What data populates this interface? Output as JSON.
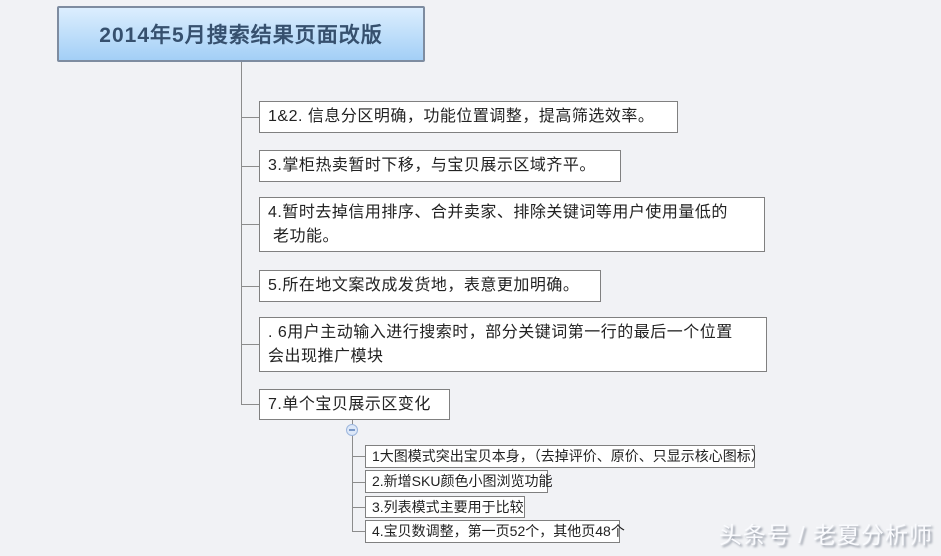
{
  "root": {
    "title": "2014年5月搜索结果页面改版"
  },
  "branches": [
    {
      "lines": [
        "1&2. 信息分区明确，功能位置调整，提高筛选效率。"
      ]
    },
    {
      "lines": [
        "3.掌柜热卖暂时下移，与宝贝展示区域齐平。"
      ]
    },
    {
      "lines": [
        "4.暂时去掉信用排序、合并卖家、排除关键词等用户使用量低的",
        " 老功能。"
      ]
    },
    {
      "lines": [
        "5.所在地文案改成发货地，表意更加明确。"
      ]
    },
    {
      "lines": [
        ". 6用户主动输入进行搜索时，部分关键词第一行的最后一个位置",
        "会出现推广模块"
      ]
    },
    {
      "lines": [
        "7.单个宝贝展示区变化"
      ]
    }
  ],
  "sub_branches": [
    {
      "text": "1大图模式突出宝贝本身，（去掉评价、原价、只显示核心图标）"
    },
    {
      "text": "2.新增SKU颜色小图浏览功能"
    },
    {
      "text": "3.列表模式主要用于比较"
    },
    {
      "text": "4.宝贝数调整，第一页52个，其他页48个"
    }
  ],
  "icons": {
    "collapse": "minus-in-circle"
  },
  "watermark": {
    "text": "头条号 / 老夏分析师"
  },
  "colors": {
    "bg": "#f1f2f5",
    "root_border": "#7e8ca0",
    "root_grad_top": "#dceefe",
    "root_grad_bottom": "#a3cff6",
    "root_text": "#36506e",
    "line": "#8c8c8c",
    "box_border": "#808080",
    "box_text": "#222222"
  }
}
